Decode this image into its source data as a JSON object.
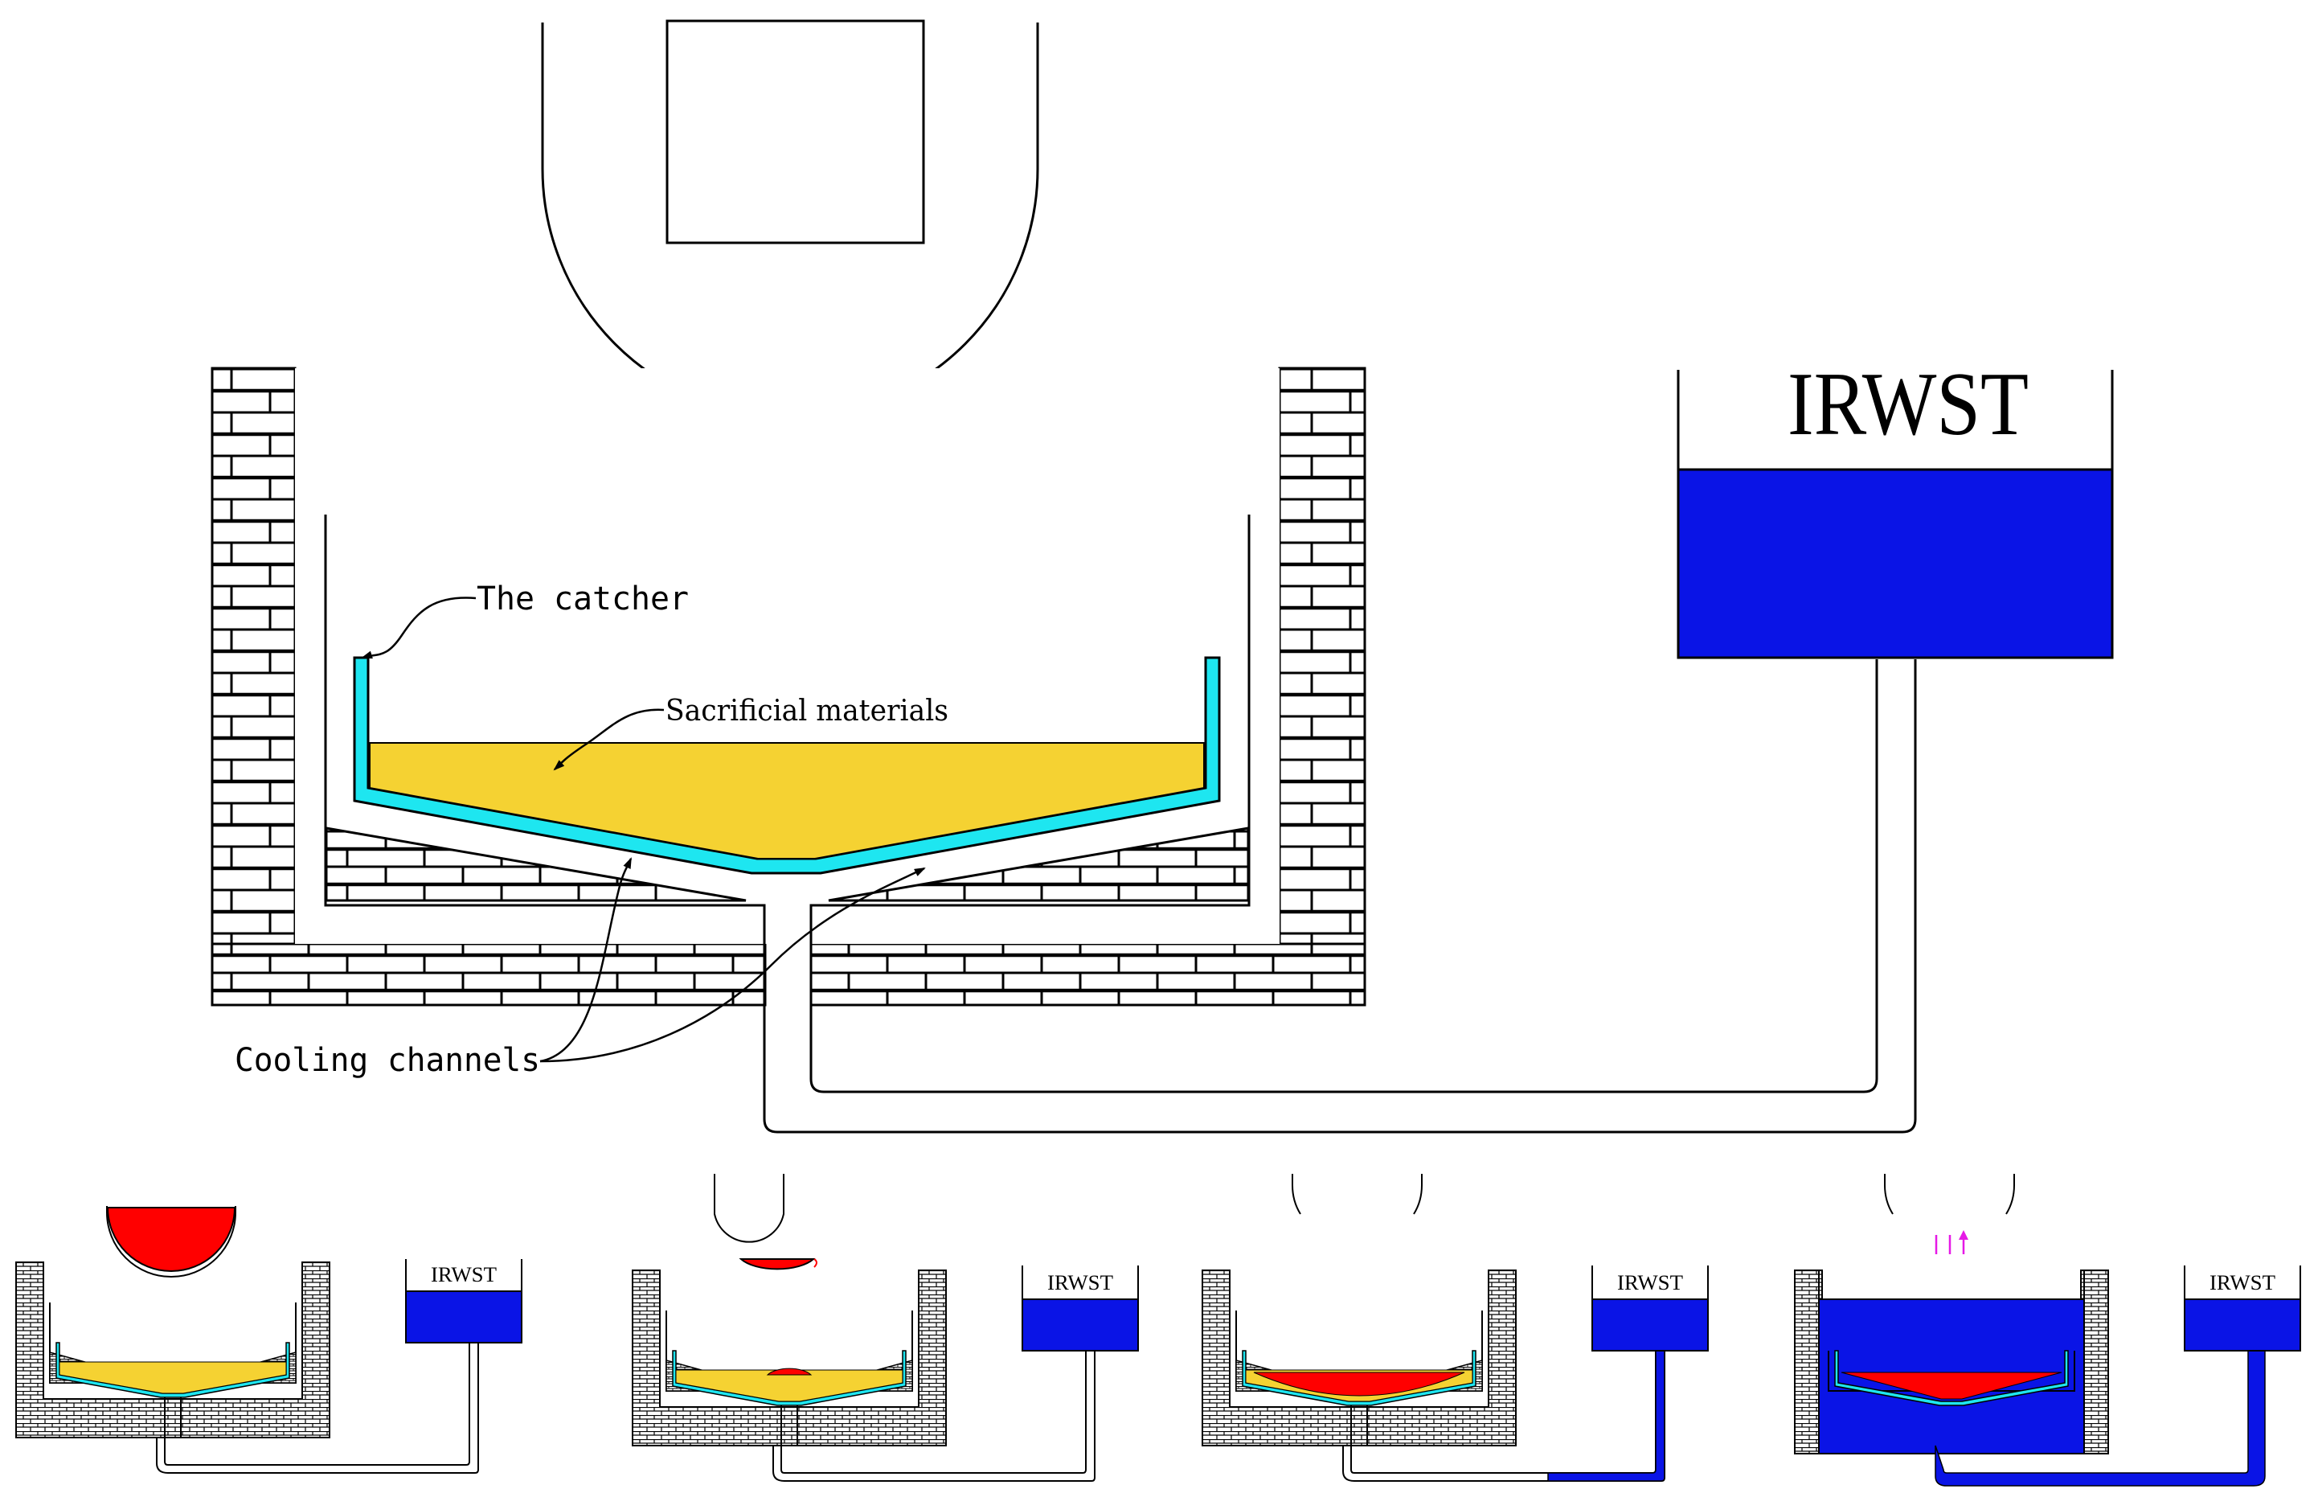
{
  "labels": {
    "catcher": "The catcher",
    "sacrificial": "Sacrificial materials",
    "cooling": "Cooling channels",
    "irwst_main": "IRWST",
    "irwst_small_1": "IRWST",
    "irwst_small_2": "IRWST",
    "irwst_small_3": "IRWST",
    "irwst_small_4": "IRWST"
  },
  "colors": {
    "water": "#0a14e6",
    "catcher": "#1ee6f0",
    "sacrificial": "#f5d232",
    "melt": "#ff0000",
    "steam_arrows": "#e619e6",
    "line": "#000000",
    "background": "#ffffff"
  },
  "icons": {
    "wall": "brick-wall-pattern",
    "steam": "steam-arrows-icon"
  }
}
